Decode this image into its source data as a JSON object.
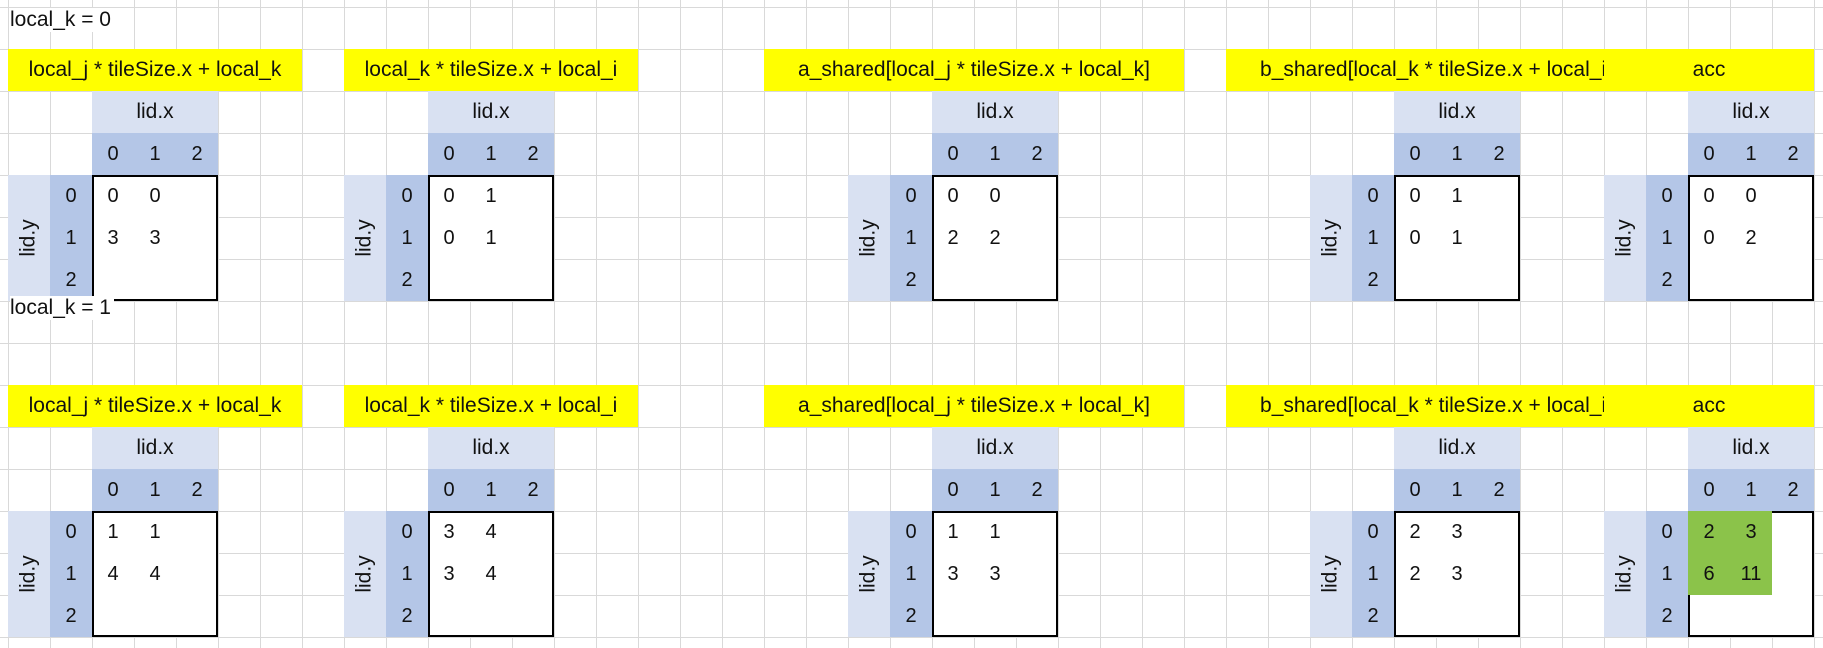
{
  "sections": [
    {
      "label": "local_k  = 0",
      "panels": [
        {
          "title": "local_j * tileSize.x + local_k",
          "x_label": "lid.x",
          "y_label": "lid.y",
          "col_headers": [
            "0",
            "1",
            "2"
          ],
          "row_headers": [
            "0",
            "1",
            "2"
          ],
          "values": [
            [
              "0",
              "0",
              ""
            ],
            [
              "3",
              "3",
              ""
            ],
            [
              "",
              "",
              ""
            ]
          ]
        },
        {
          "title": "local_k * tileSize.x + local_i",
          "x_label": "lid.x",
          "y_label": "lid.y",
          "col_headers": [
            "0",
            "1",
            "2"
          ],
          "row_headers": [
            "0",
            "1",
            "2"
          ],
          "values": [
            [
              "0",
              "1",
              ""
            ],
            [
              "0",
              "1",
              ""
            ],
            [
              "",
              "",
              ""
            ]
          ]
        },
        {
          "title": "a_shared[local_j * tileSize.x + local_k]",
          "x_label": "lid.x",
          "y_label": "lid.y",
          "col_headers": [
            "0",
            "1",
            "2"
          ],
          "row_headers": [
            "0",
            "1",
            "2"
          ],
          "values": [
            [
              "0",
              "0",
              ""
            ],
            [
              "2",
              "2",
              ""
            ],
            [
              "",
              "",
              ""
            ]
          ]
        },
        {
          "title": "b_shared[local_k * tileSize.x + local_i]",
          "x_label": "lid.x",
          "y_label": "lid.y",
          "col_headers": [
            "0",
            "1",
            "2"
          ],
          "row_headers": [
            "0",
            "1",
            "2"
          ],
          "values": [
            [
              "0",
              "1",
              ""
            ],
            [
              "0",
              "1",
              ""
            ],
            [
              "",
              "",
              ""
            ]
          ]
        },
        {
          "title": "acc",
          "x_label": "lid.x",
          "y_label": "lid.y",
          "col_headers": [
            "0",
            "1",
            "2"
          ],
          "row_headers": [
            "0",
            "1",
            "2"
          ],
          "values": [
            [
              "0",
              "0",
              ""
            ],
            [
              "0",
              "2",
              ""
            ],
            [
              "",
              "",
              ""
            ]
          ],
          "highlight": false
        }
      ]
    },
    {
      "label": "local_k  = 1",
      "panels": [
        {
          "title": "local_j * tileSize.x + local_k",
          "x_label": "lid.x",
          "y_label": "lid.y",
          "col_headers": [
            "0",
            "1",
            "2"
          ],
          "row_headers": [
            "0",
            "1",
            "2"
          ],
          "values": [
            [
              "1",
              "1",
              ""
            ],
            [
              "4",
              "4",
              ""
            ],
            [
              "",
              "",
              ""
            ]
          ]
        },
        {
          "title": "local_k * tileSize.x + local_i",
          "x_label": "lid.x",
          "y_label": "lid.y",
          "col_headers": [
            "0",
            "1",
            "2"
          ],
          "row_headers": [
            "0",
            "1",
            "2"
          ],
          "values": [
            [
              "3",
              "4",
              ""
            ],
            [
              "3",
              "4",
              ""
            ],
            [
              "",
              "",
              ""
            ]
          ]
        },
        {
          "title": "a_shared[local_j * tileSize.x + local_k]",
          "x_label": "lid.x",
          "y_label": "lid.y",
          "col_headers": [
            "0",
            "1",
            "2"
          ],
          "row_headers": [
            "0",
            "1",
            "2"
          ],
          "values": [
            [
              "1",
              "1",
              ""
            ],
            [
              "3",
              "3",
              ""
            ],
            [
              "",
              "",
              ""
            ]
          ]
        },
        {
          "title": "b_shared[local_k * tileSize.x + local_i]",
          "x_label": "lid.x",
          "y_label": "lid.y",
          "col_headers": [
            "0",
            "1",
            "2"
          ],
          "row_headers": [
            "0",
            "1",
            "2"
          ],
          "values": [
            [
              "2",
              "3",
              ""
            ],
            [
              "2",
              "3",
              ""
            ],
            [
              "",
              "",
              ""
            ]
          ]
        },
        {
          "title": "acc",
          "x_label": "lid.x",
          "y_label": "lid.y",
          "col_headers": [
            "0",
            "1",
            "2"
          ],
          "row_headers": [
            "0",
            "1",
            "2"
          ],
          "values": [
            [
              "2",
              "3",
              ""
            ],
            [
              "6",
              "11",
              ""
            ],
            [
              "",
              "",
              ""
            ]
          ],
          "highlight": true,
          "highlight_color": "#8bc34a"
        }
      ]
    }
  ]
}
